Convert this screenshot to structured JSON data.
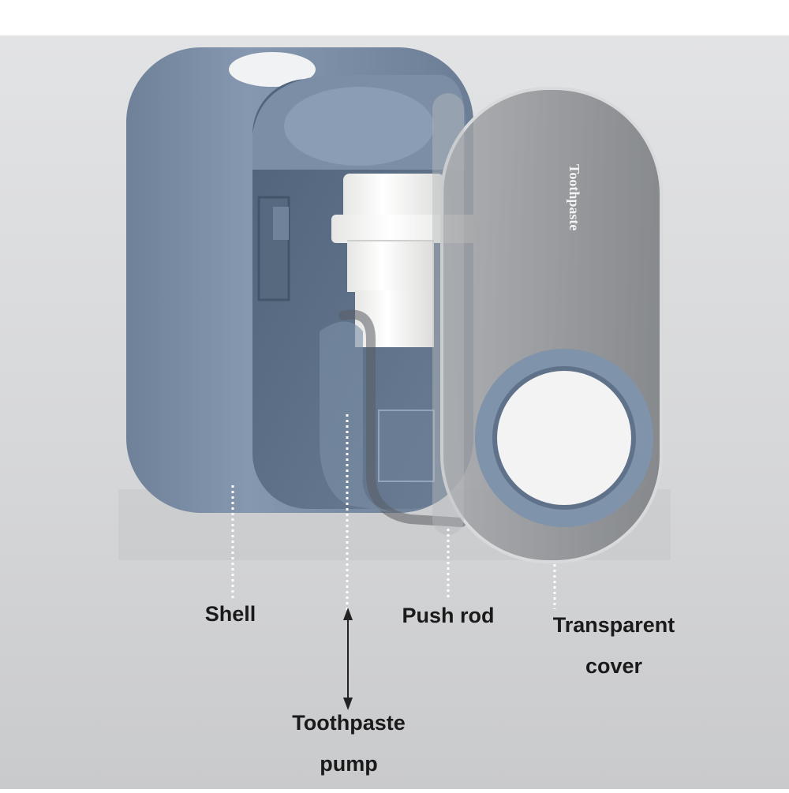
{
  "labels": {
    "shell": "Shell",
    "push_rod": "Push rod",
    "transparent_cover_line1": "Transparent",
    "transparent_cover_line2": "cover",
    "toothpaste_pump_line1": "Toothpaste",
    "toothpaste_pump_line2": "pump"
  },
  "cover_print": "Toothpaste",
  "colors": {
    "shell_blue": "#7f93ab",
    "shell_dark": "#5d7088",
    "background_wall": "#d9dadc",
    "pump_white": "#f4f4f2",
    "cover_grey": "#8d8f92",
    "text": "#1a1a1a"
  }
}
